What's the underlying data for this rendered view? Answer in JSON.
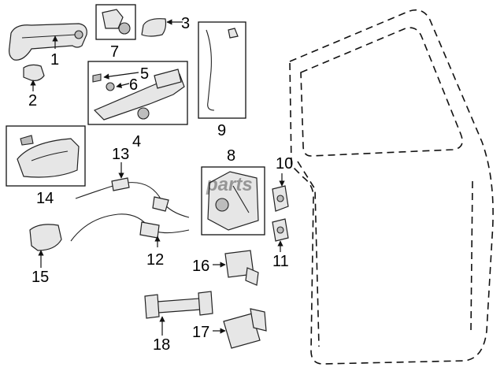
{
  "callouts": {
    "c1": "1",
    "c2": "2",
    "c3": "3",
    "c4": "4",
    "c5": "5",
    "c6": "6",
    "c7": "7",
    "c8": "8",
    "c9": "9",
    "c10": "10",
    "c11": "11",
    "c12": "12",
    "c13": "13",
    "c14": "14",
    "c15": "15",
    "c16": "16",
    "c17": "17",
    "c18": "18"
  },
  "watermark": "parts"
}
